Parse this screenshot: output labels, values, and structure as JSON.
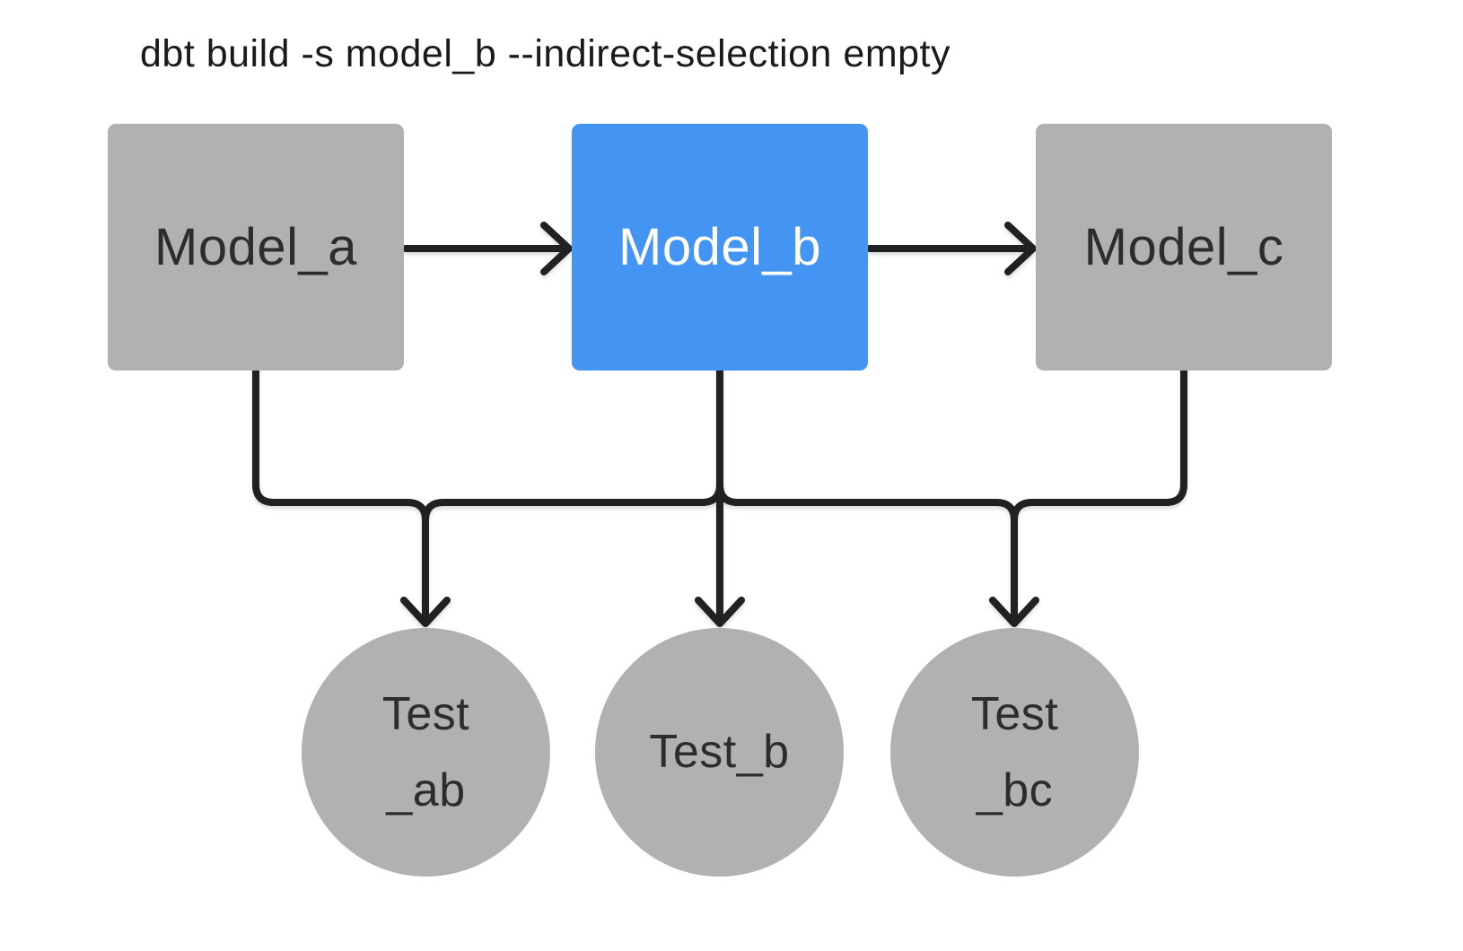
{
  "title": "dbt build -s model_b --indirect-selection empty",
  "colors": {
    "background": "#ffffff",
    "node_gray": "#b1b1b1",
    "node_selected": "#4494f4",
    "node_text": "#2d2d2d",
    "node_selected_text": "#ffffff",
    "edge": "#212121",
    "title_text": "#1a1a1a"
  },
  "diagram": {
    "nodes": {
      "model_a": {
        "label": "Model_a",
        "type": "model",
        "shape": "square",
        "highlighted": false
      },
      "model_b": {
        "label": "Model_b",
        "type": "model",
        "shape": "square",
        "highlighted": true
      },
      "model_c": {
        "label": "Model_c",
        "type": "model",
        "shape": "square",
        "highlighted": false
      },
      "test_ab": {
        "label": "Test _ab",
        "line1": "Test",
        "line2": "_ab",
        "type": "test",
        "shape": "circle",
        "highlighted": false
      },
      "test_b": {
        "label": "Test_b",
        "line1": "Test_b",
        "line2": "",
        "type": "test",
        "shape": "circle",
        "highlighted": false
      },
      "test_bc": {
        "label": "Test _bc",
        "line1": "Test",
        "line2": "_bc",
        "type": "test",
        "shape": "circle",
        "highlighted": false
      }
    },
    "edges": [
      {
        "from": "model_a",
        "to": "model_b"
      },
      {
        "from": "model_b",
        "to": "model_c"
      },
      {
        "from": "model_a",
        "to": "test_ab"
      },
      {
        "from": "model_b",
        "to": "test_ab"
      },
      {
        "from": "model_b",
        "to": "test_b"
      },
      {
        "from": "model_b",
        "to": "test_bc"
      },
      {
        "from": "model_c",
        "to": "test_bc"
      }
    ]
  }
}
